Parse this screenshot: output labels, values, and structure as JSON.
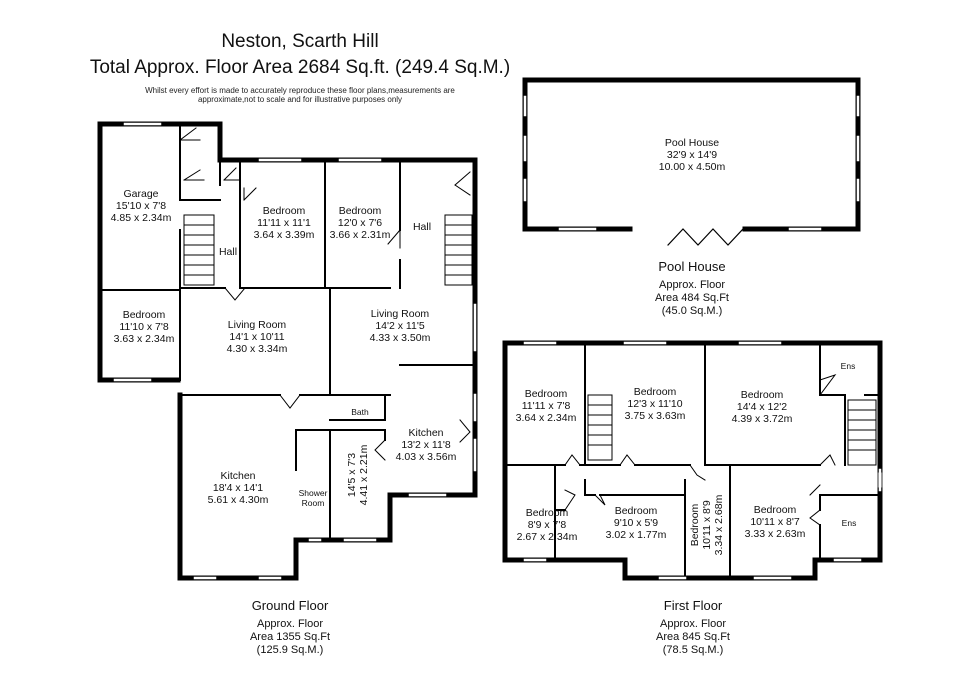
{
  "header": {
    "title": "Neston, Scarth Hill",
    "total_area": "Total Approx. Floor Area 2684 Sq.ft. (249.4 Sq.M.)",
    "disclaimer_line1": "Whilst every effort is made to accurately reproduce these floor plans,measurements are",
    "disclaimer_line2": "approximate,not to scale and for illustrative purposes only"
  },
  "rooms": {
    "garage": {
      "name": "Garage",
      "imperial": "15'10 x 7'8",
      "metric": "4.85 x 2.34m"
    },
    "gf_bed1": {
      "name": "Bedroom",
      "imperial": "11'11 x 11'1",
      "metric": "3.64 x 3.39m"
    },
    "gf_bed2": {
      "name": "Bedroom",
      "imperial": "12'0 x 7'6",
      "metric": "3.66 x 2.31m"
    },
    "gf_hall1": {
      "name": "Hall"
    },
    "gf_hall2": {
      "name": "Hall"
    },
    "gf_bed3": {
      "name": "Bedroom",
      "imperial": "11'10 x 7'8",
      "metric": "3.63 x 2.34m"
    },
    "gf_living1": {
      "name": "Living Room",
      "imperial": "14'1 x 10'11",
      "metric": "4.30 x 3.34m"
    },
    "gf_living2": {
      "name": "Living Room",
      "imperial": "14'2 x 11'5",
      "metric": "4.33 x 3.50m"
    },
    "gf_bath": {
      "name": "Bath"
    },
    "gf_kitchen2": {
      "name": "Kitchen",
      "imperial": "13'2 x 11'8",
      "metric": "4.03 x 3.56m"
    },
    "gf_kitchen1": {
      "name": "Kitchen",
      "imperial": "18'4 x 14'1",
      "metric": "5.61 x 4.30m"
    },
    "gf_shower": {
      "name_line1": "Shower",
      "name_line2": "Room"
    },
    "gf_store": {
      "imperial": "14'5 x 7'3",
      "metric": "4.41 x 2.21m"
    },
    "pool": {
      "name": "Pool House",
      "imperial": "32'9 x 14'9",
      "metric": "10.00 x 4.50m"
    },
    "ff_bed1": {
      "name": "Bedroom",
      "imperial": "11'11 x 7'8",
      "metric": "3.64 x 2.34m"
    },
    "ff_bed2": {
      "name": "Bedroom",
      "imperial": "12'3 x 11'10",
      "metric": "3.75 x 3.63m"
    },
    "ff_bed3": {
      "name": "Bedroom",
      "imperial": "14'4 x 12'2",
      "metric": "4.39 x 3.72m"
    },
    "ff_ens1": {
      "name": "Ens"
    },
    "ff_ens2": {
      "name": "Ens"
    },
    "ff_bed4": {
      "name": "Bedroom",
      "imperial": "8'9 x 7'8",
      "metric": "2.67 x 2.34m"
    },
    "ff_bed5": {
      "name": "Bedroom",
      "imperial": "9'10 x 5'9",
      "metric": "3.02 x 1.77m"
    },
    "ff_bed6": {
      "name": "Bedroom",
      "imperial": "10'11 x 8'9",
      "metric": "3.34 x 2.68m"
    },
    "ff_bed7": {
      "name": "Bedroom",
      "imperial": "10'11 x 8'7",
      "metric": "3.33 x 2.63m"
    }
  },
  "floors": {
    "pool": {
      "name": "Pool House",
      "approx": "Approx. Floor",
      "area": "Area 484 Sq.Ft",
      "metric": "(45.0 Sq.M.)"
    },
    "ground": {
      "name": "Ground Floor",
      "approx": "Approx. Floor",
      "area": "Area 1355 Sq.Ft",
      "metric": "(125.9 Sq.M.)"
    },
    "first": {
      "name": "First Floor",
      "approx": "Approx. Floor",
      "area": "Area 845 Sq.Ft",
      "metric": "(78.5 Sq.M.)"
    }
  },
  "colors": {
    "wall": "#000000",
    "window": "#ffffff",
    "background": "#ffffff"
  }
}
